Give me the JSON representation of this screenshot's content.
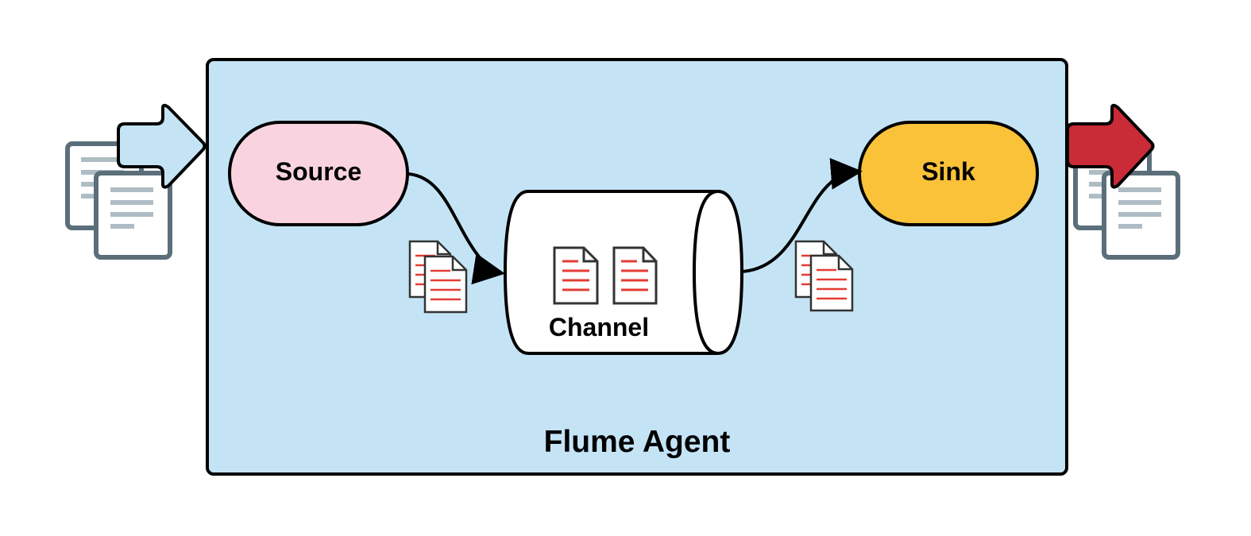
{
  "agent": {
    "title": "Flume Agent",
    "fill": "#c4e4f6"
  },
  "source": {
    "label": "Source",
    "fill": "#f9d4e0"
  },
  "channel": {
    "label": "Channel",
    "fill": "#ffffff"
  },
  "sink": {
    "label": "Sink",
    "fill": "#fac239"
  },
  "input_arrow": {
    "fill": "#c4e4f6"
  },
  "output_arrow": {
    "fill": "#c92b37"
  },
  "icons": {
    "external_document": "document-icon",
    "event_document": "document-icon",
    "document_line_gray": "#aebcc4",
    "document_line_red": "#e43c34",
    "document_border_gray": "#5b6f7a"
  }
}
